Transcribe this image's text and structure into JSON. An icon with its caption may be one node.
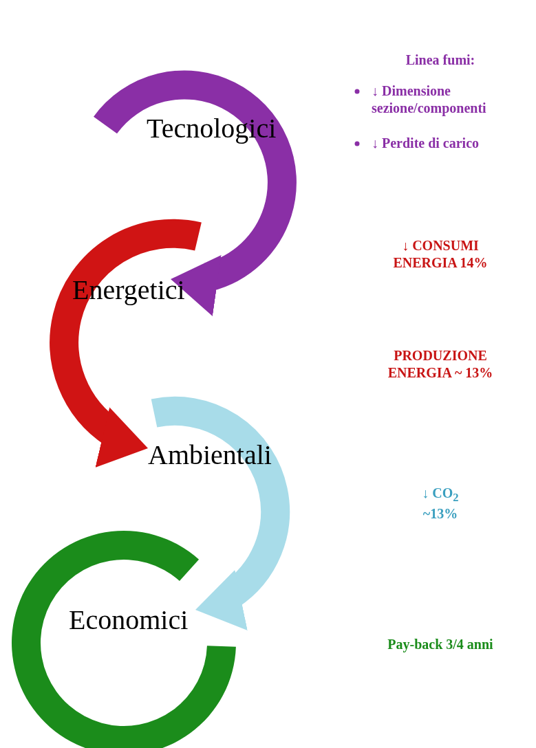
{
  "diagram": {
    "nodes": [
      {
        "text": [
          "Tecnologici"
        ]
      },
      {
        "text": [
          "Energetici"
        ]
      },
      {
        "text": [
          "Ambientali"
        ]
      },
      {
        "text": [
          "Economici"
        ]
      }
    ],
    "edges": [
      {
        "from": 0,
        "to": 1,
        "arrow": "to",
        "color": "#8a2fa6"
      },
      {
        "from": 1,
        "to": 2,
        "arrow": "to",
        "color": "#d01414"
      },
      {
        "from": 2,
        "to": 3,
        "arrow": "to",
        "color": "#a8dce9"
      }
    ],
    "labels": [
      "Linea fumi:",
      "↓ Dimensione sezione/componenti",
      "↓ Perdite di carico",
      "↓ CONSUMI ENERGIA 14%",
      "PRODUZIONE ENERGIA ~ 13%",
      "↓ CO$_{2}$ ~13%",
      "Pay-back 3/4 anni"
    ]
  }
}
